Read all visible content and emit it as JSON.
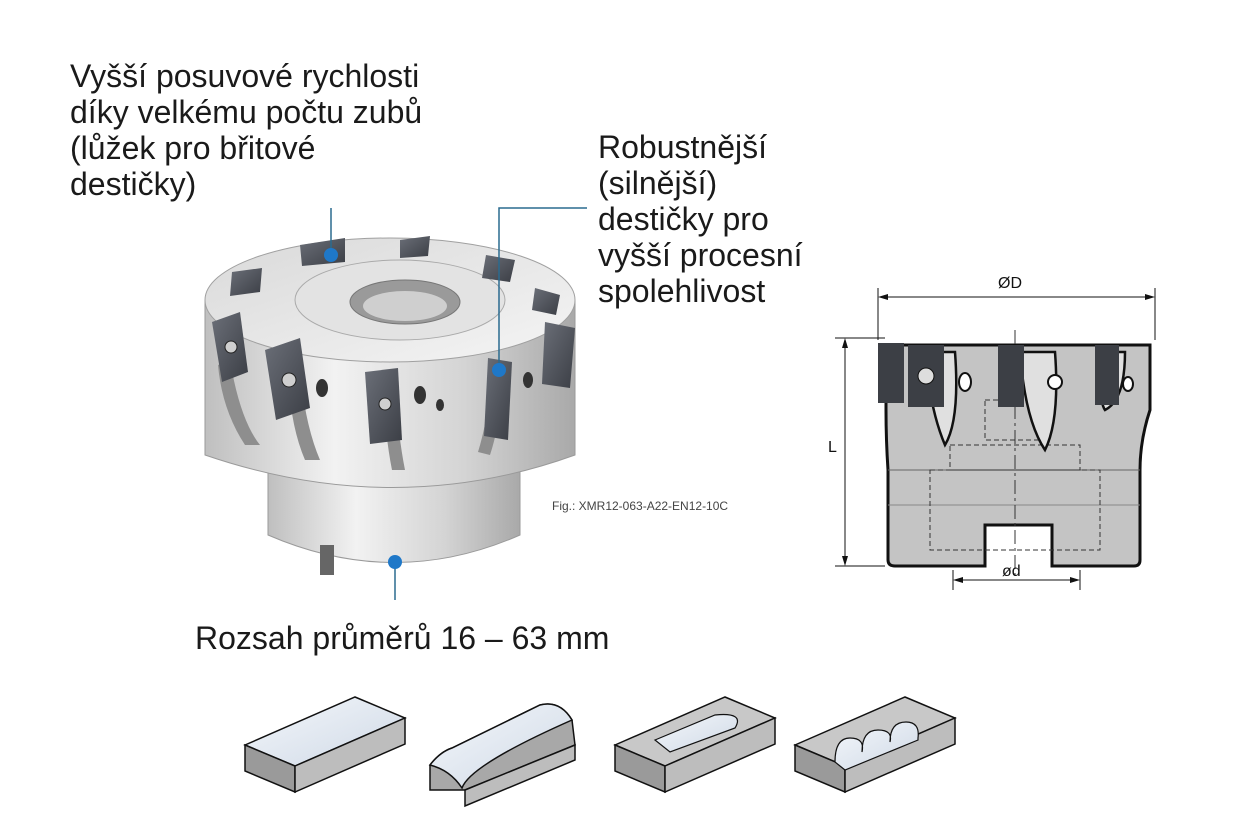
{
  "callouts": {
    "feed_rate": "Vyšší posuvové rychlosti\ndíky velkému počtu zubů\n(lůžek pro břitové\ndestičky)",
    "robust_inserts": "Robustnější\n(silnější)\ndestičky pro\nvyšší procesní\nspolehlivost",
    "diameter_range": "Rozsah průměrů 16 – 63 mm"
  },
  "figure_caption": "Fig.: XMR12-063-A22-EN12-10C",
  "drawing_labels": {
    "outer_diameter": "ØD",
    "length": "L",
    "bore_diameter": "ød"
  },
  "colors": {
    "callout_line": "#2a6b8f",
    "callout_dot": "#1f78c8",
    "body_gray": "#b9b9b9",
    "insert_dark": "#4a4d55",
    "machined_surface": "#e6eef7"
  },
  "applications": [
    {
      "icon": "face-milling-block-icon"
    },
    {
      "icon": "profile-milling-block-icon"
    },
    {
      "icon": "pocket-milling-block-icon"
    },
    {
      "icon": "plunge-milling-block-icon"
    }
  ]
}
